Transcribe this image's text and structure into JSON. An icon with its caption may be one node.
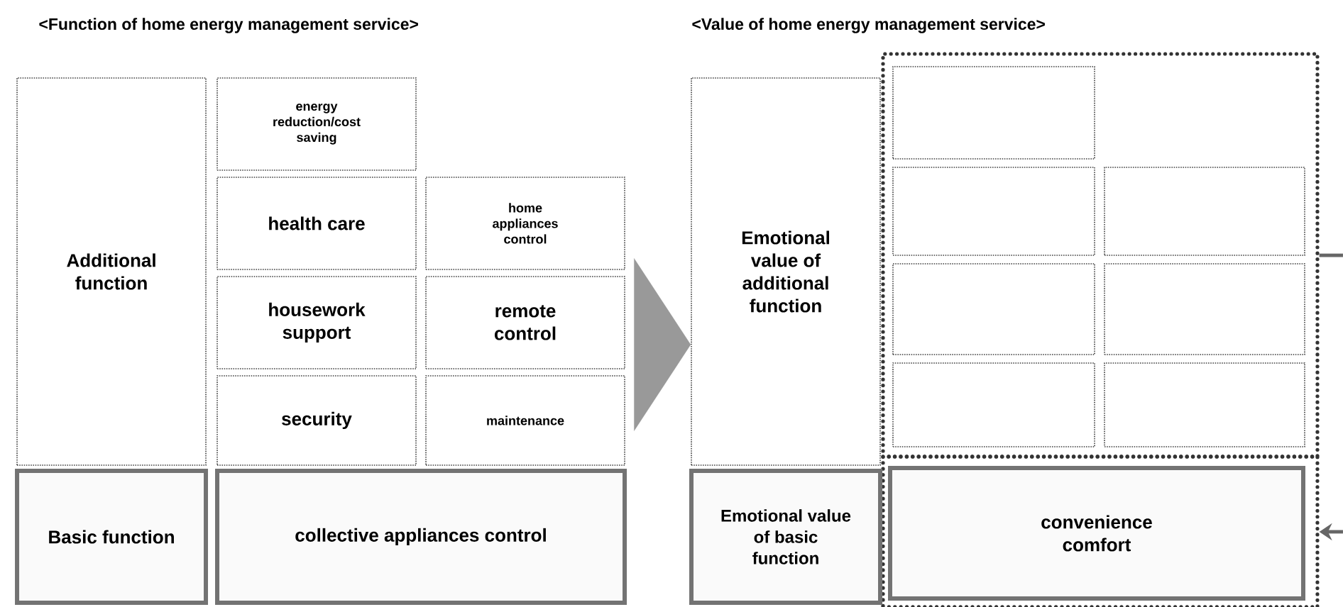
{
  "diagram": {
    "nodes": [
      {
        "text": [
          "Additional function"
        ]
      },
      {
        "text": [
          "energy reduction/cost saving"
        ]
      },
      {
        "text": [
          "health care"
        ]
      },
      {
        "text": [
          "home appliances control"
        ]
      },
      {
        "text": [
          "housework support"
        ]
      },
      {
        "text": [
          "remote control"
        ]
      },
      {
        "text": [
          "security"
        ]
      },
      {
        "text": [
          "maintenance"
        ]
      },
      {
        "text": [
          "Basic function"
        ]
      },
      {
        "text": [
          "collective appliances control"
        ]
      },
      {
        "text": [
          "Emotional value of additional function"
        ]
      },
      {
        "text": [],
        "shape": "box"
      },
      {
        "text": [],
        "shape": "box",
        "in": 11
      },
      {
        "text": [],
        "shape": "box",
        "in": 11
      },
      {
        "text": [],
        "shape": "box",
        "in": 11
      },
      {
        "text": [],
        "shape": "box",
        "in": 11
      },
      {
        "text": [],
        "shape": "box",
        "in": 11
      },
      {
        "text": [],
        "shape": "box",
        "in": 11
      },
      {
        "text": [],
        "shape": "box",
        "in": 11
      },
      {
        "text": [
          "Emotional value of basic function"
        ]
      },
      {
        "text": [],
        "shape": "box"
      },
      {
        "text": [
          "convenience comfort"
        ],
        "in": 20
      }
    ],
    "edges": [
      {
        "from": 5,
        "to": 10,
        "arrow": "to"
      },
      {
        "from": 11,
        "to": null,
        "arrow": "none"
      },
      {
        "from": null,
        "to": 20,
        "arrow": "to"
      }
    ],
    "labels": [
      "<Function of home energy management service>",
      "<Value of home energy management service>"
    ]
  }
}
